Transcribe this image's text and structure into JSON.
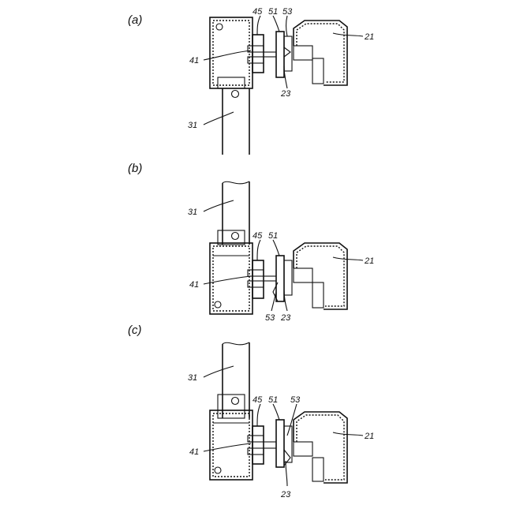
{
  "figures": [
    {
      "label": "(a)",
      "refs": {
        "r45": "45",
        "r51": "51",
        "r53": "53",
        "r21": "21",
        "r41": "41",
        "r23": "23",
        "r31": "31"
      }
    },
    {
      "label": "(b)",
      "refs": {
        "r45": "45",
        "r51": "51",
        "r53": "53",
        "r21": "21",
        "r41": "41",
        "r23": "23",
        "r31": "31"
      }
    },
    {
      "label": "(c)",
      "refs": {
        "r45": "45",
        "r51": "51",
        "r53": "53",
        "r21": "21",
        "r41": "41",
        "r23": "23",
        "r31": "31"
      }
    }
  ]
}
